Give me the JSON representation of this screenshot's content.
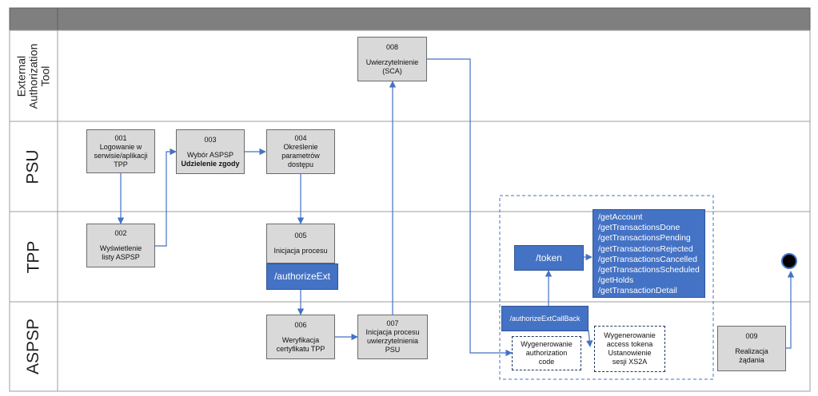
{
  "lanes": [
    {
      "id": "ext",
      "label": "External Authorization Tool"
    },
    {
      "id": "psu",
      "label": "PSU"
    },
    {
      "id": "tpp",
      "label": "TPP"
    },
    {
      "id": "aspsp",
      "label": "ASPSP"
    }
  ],
  "steps": {
    "s001": {
      "num": "001",
      "line1": "Logowanie w",
      "line2": "serwisie/aplikacji",
      "line3": "TPP"
    },
    "s002": {
      "num": "002",
      "line1": "Wyświetlenie",
      "line2": "listy ASPSP"
    },
    "s003": {
      "num": "003",
      "line1": "Wybór ASPSP",
      "line2": "Udzielenie zgody"
    },
    "s004": {
      "num": "004",
      "line1": "Określenie",
      "line2": "parametrów",
      "line3": "dostępu"
    },
    "s005": {
      "num": "005",
      "line1": "Inicjacja procesu"
    },
    "s006": {
      "num": "006",
      "line1": "Weryfikacja",
      "line2": "certyfikatu TPP"
    },
    "s007": {
      "num": "007",
      "line1": "Inicjacja procesu",
      "line2": "uwierzytelnienia",
      "line3": "PSU"
    },
    "s008": {
      "num": "008",
      "line1": "Uwierzytelnienie",
      "line2": "(SCA)"
    },
    "s009": {
      "num": "009",
      "line1": "Realizacja",
      "line2": "żądania"
    }
  },
  "api": {
    "authorize_ext": "/authorizeExt",
    "callback": "/authorizeExtCallBack",
    "token": "/token",
    "endpoints": [
      "/getAccount",
      "/getTransactionsDone",
      "/getTransactionsPending",
      "/getTransactionsRejected",
      "/getTransactionsCancelled",
      "/getTransactionsScheduled",
      "/getHolds",
      "/getTransactionDetail"
    ]
  },
  "generated": {
    "auth_code": {
      "line1": "Wygenerowanie",
      "line2": "authorization",
      "line3": "code"
    },
    "token": {
      "line1": "Wygenerowanie",
      "line2": "access tokena",
      "line3": "Ustanowienie",
      "line4": "sesji XS2A"
    }
  },
  "colors": {
    "header": "#7f7f7f",
    "lane_border": "#9e9e9e",
    "process": "#d9d9d9",
    "api": "#4472c4",
    "arrow": "#4472c4",
    "dashed_border": "#1f3864"
  }
}
